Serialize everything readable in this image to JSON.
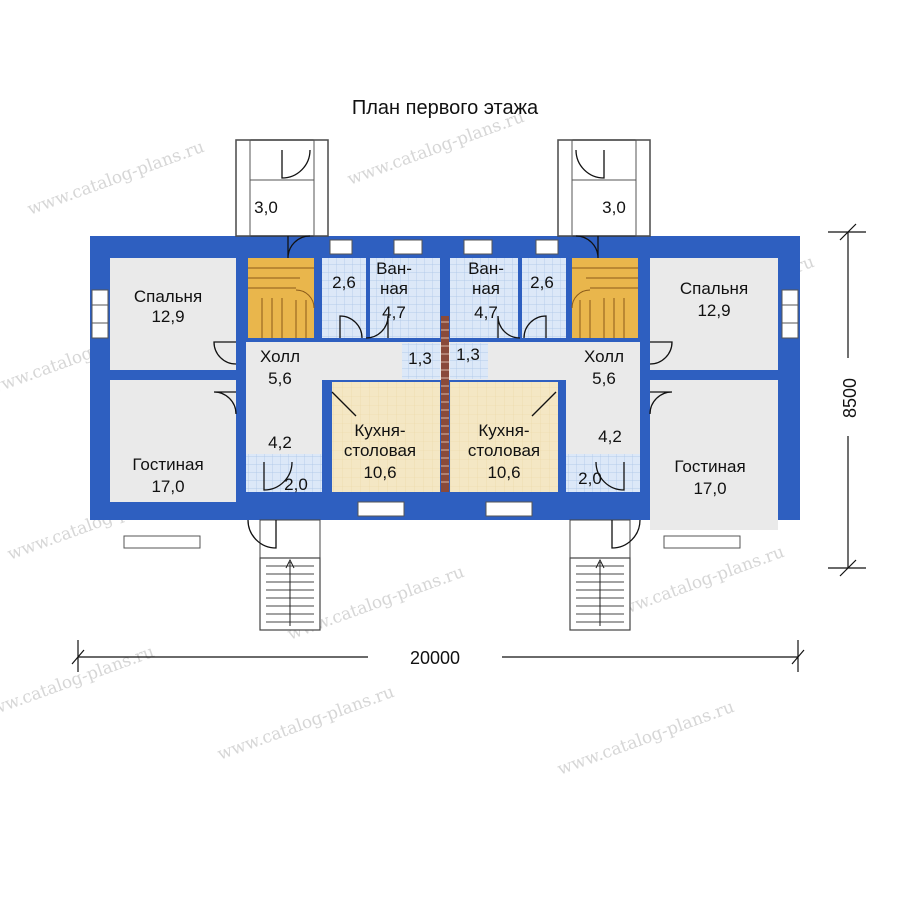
{
  "title": "План первого этажа",
  "dimensions": {
    "width": "20000",
    "depth": "8500"
  },
  "watermark": "www.catalog-plans.ru",
  "colors": {
    "wall": "#2e5fc0",
    "room": "#eaeaea",
    "tile": "#dce8f8",
    "kitchen": "#f4e7c4",
    "stair": "#e9b64c",
    "door": "#111111",
    "window": "#ffffff",
    "chimney": "#8a4a3a"
  },
  "rooms": {
    "left_porch": "3,0",
    "left_bedroom_name": "Спальня",
    "left_bedroom_area": "12,9",
    "left_wc": "2,6",
    "left_bath_name_1": "Ван-",
    "left_bath_name_2": "ная",
    "left_bath_area": "4,7",
    "left_hall_name": "Холл",
    "left_hall_area": "5,6",
    "left_closet": "1,3",
    "left_vestibule": "4,2",
    "left_entry": "2,0",
    "left_living_name": "Гостиная",
    "left_living_area": "17,0",
    "left_kitchen_name_1": "Кухня-",
    "left_kitchen_name_2": "столовая",
    "left_kitchen_area": "10,6",
    "right_porch": "3,0",
    "right_bedroom_name": "Спальня",
    "right_bedroom_area": "12,9",
    "right_wc": "2,6",
    "right_bath_name_1": "Ван-",
    "right_bath_name_2": "ная",
    "right_bath_area": "4,7",
    "right_hall_name": "Холл",
    "right_hall_area": "5,6",
    "right_closet": "1,3",
    "right_vestibule": "4,2",
    "right_entry": "2,0",
    "right_living_name": "Гостиная",
    "right_living_area": "17,0",
    "right_kitchen_name_1": "Кухня-",
    "right_kitchen_name_2": "столовая",
    "right_kitchen_area": "10,6"
  }
}
